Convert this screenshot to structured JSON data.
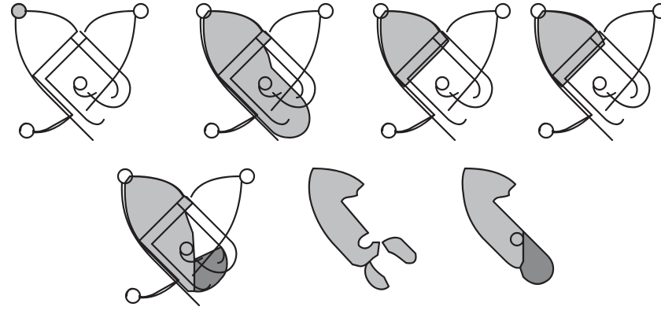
{
  "colors": {
    "background": "#ffffff",
    "stroke": "#231f20",
    "region_light": "#c0c1c3",
    "region_dark": "#8b8c8e"
  },
  "figure": {
    "panel_count": 7,
    "rows": [
      {
        "panels": [
          "knot-step-1",
          "knot-step-2",
          "knot-step-3",
          "knot-step-4"
        ]
      },
      {
        "panels": [
          "knot-step-5",
          "surface-piece-split",
          "surface-piece-joined"
        ]
      }
    ]
  }
}
